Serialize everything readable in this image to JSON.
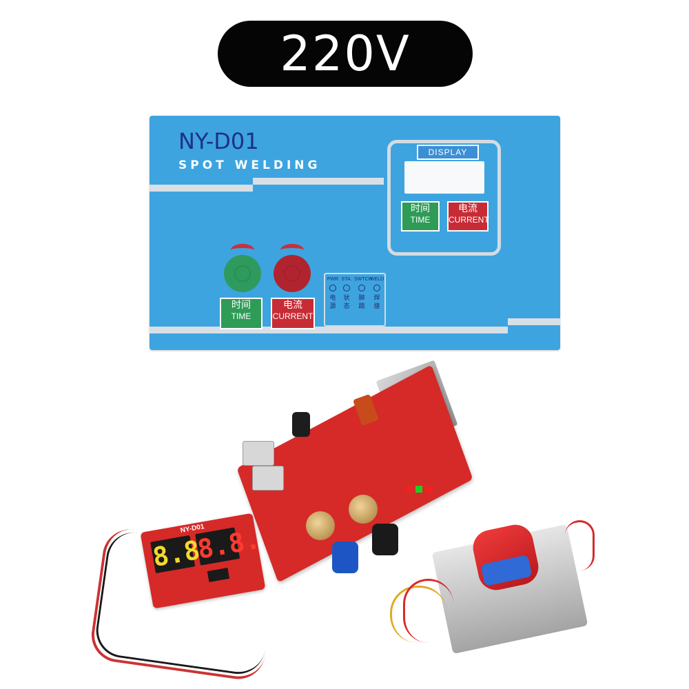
{
  "badge": {
    "text": "220V"
  },
  "panel": {
    "model": "NY-D01",
    "subtitle": "SPOT WELDING",
    "display_label": "DISPLAY",
    "display_buttons": [
      {
        "cn": "时间",
        "en": "TIME"
      },
      {
        "cn": "电流",
        "en": "CURRENT"
      }
    ],
    "knob_labels": [
      {
        "cn": "时间",
        "en": "TIME"
      },
      {
        "cn": "电流",
        "en": "CURRENT"
      }
    ],
    "leds": [
      {
        "title": "PWR",
        "cn1": "电",
        "cn2": "源"
      },
      {
        "title": "STA.",
        "cn1": "状",
        "cn2": "态"
      },
      {
        "title": "SWTCH",
        "cn1": "脚",
        "cn2": "踏"
      },
      {
        "title": "WELD",
        "cn1": "焊",
        "cn2": "接"
      }
    ]
  },
  "board": {
    "display_label": "NY-D01",
    "digits_left": "8.8.",
    "digits_right": "8.8."
  },
  "colors": {
    "panel_blue": "#3da4e0",
    "pcb_red": "#d52a28",
    "seg_yellow": "#f4d92e",
    "seg_red": "#ff3b2f"
  }
}
